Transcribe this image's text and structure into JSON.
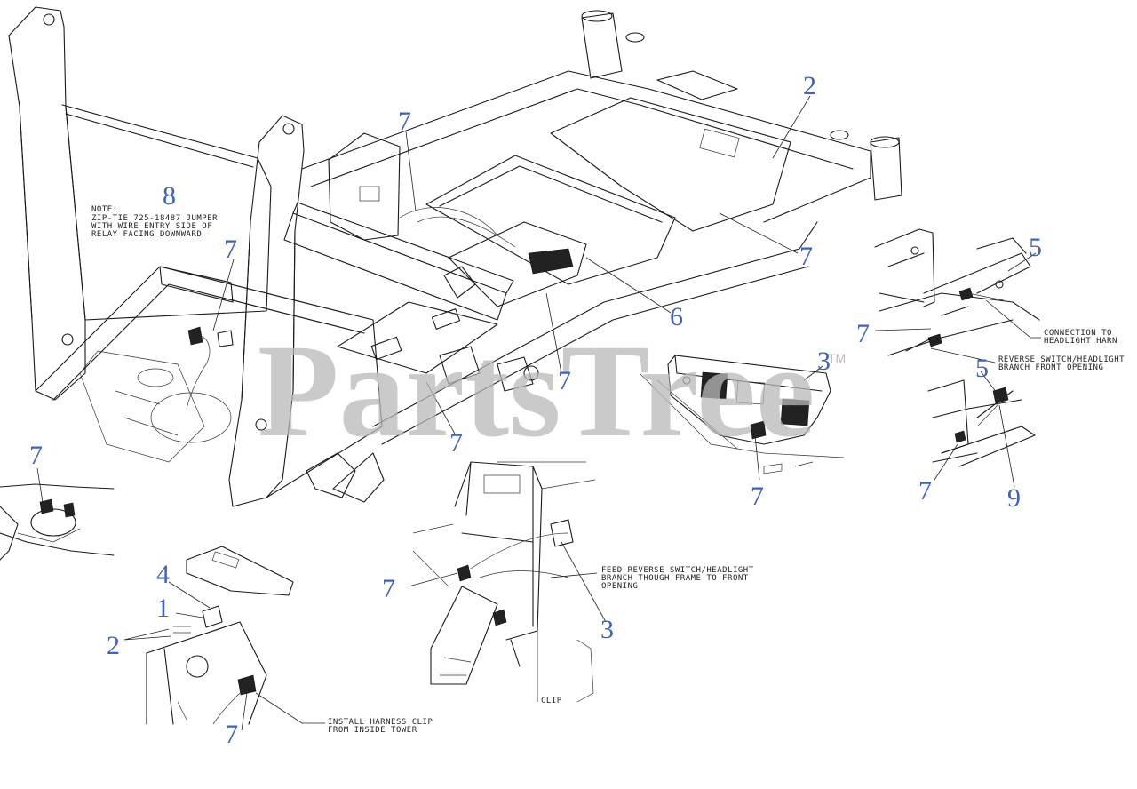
{
  "watermark": {
    "text": "PartsTree",
    "trademark": "TM"
  },
  "callouts": {
    "n1": "1",
    "n2a": "2",
    "n2b": "2",
    "n3a": "3",
    "n3b": "3",
    "n4": "4",
    "n5a": "5",
    "n5b": "5",
    "n6": "6",
    "n7a": "7",
    "n7b": "7",
    "n7c": "7",
    "n7d": "7",
    "n7e": "7",
    "n7f": "7",
    "n7g": "7",
    "n7h": "7",
    "n7i": "7",
    "n7j": "7",
    "n7k": "7",
    "n8": "8",
    "n9": "9"
  },
  "notes": {
    "relay": {
      "line1": "NOTE:",
      "line2": "ZIP-TIE 725-18487 JUMPER",
      "line3": "WITH WIRE ENTRY SIDE OF",
      "line4": "RELAY FACING DOWNWARD"
    },
    "connection": {
      "line1": "CONNECTION TO",
      "line2": "HEADLIGHT HARN"
    },
    "reverse_switch": {
      "line1": "REVERSE SWITCH/HEADLIGHT",
      "line2": "BRANCH FRONT OPENING"
    },
    "feed": {
      "line1": "FEED REVERSE SWITCH/HEADLIGHT",
      "line2": "BRANCH THOUGH FRAME TO FRONT",
      "line3": "OPENING"
    },
    "clip": "CLIP",
    "harness_clip": {
      "line1": "INSTALL HARNESS CLIP",
      "line2": "FROM INSIDE TOWER"
    }
  }
}
